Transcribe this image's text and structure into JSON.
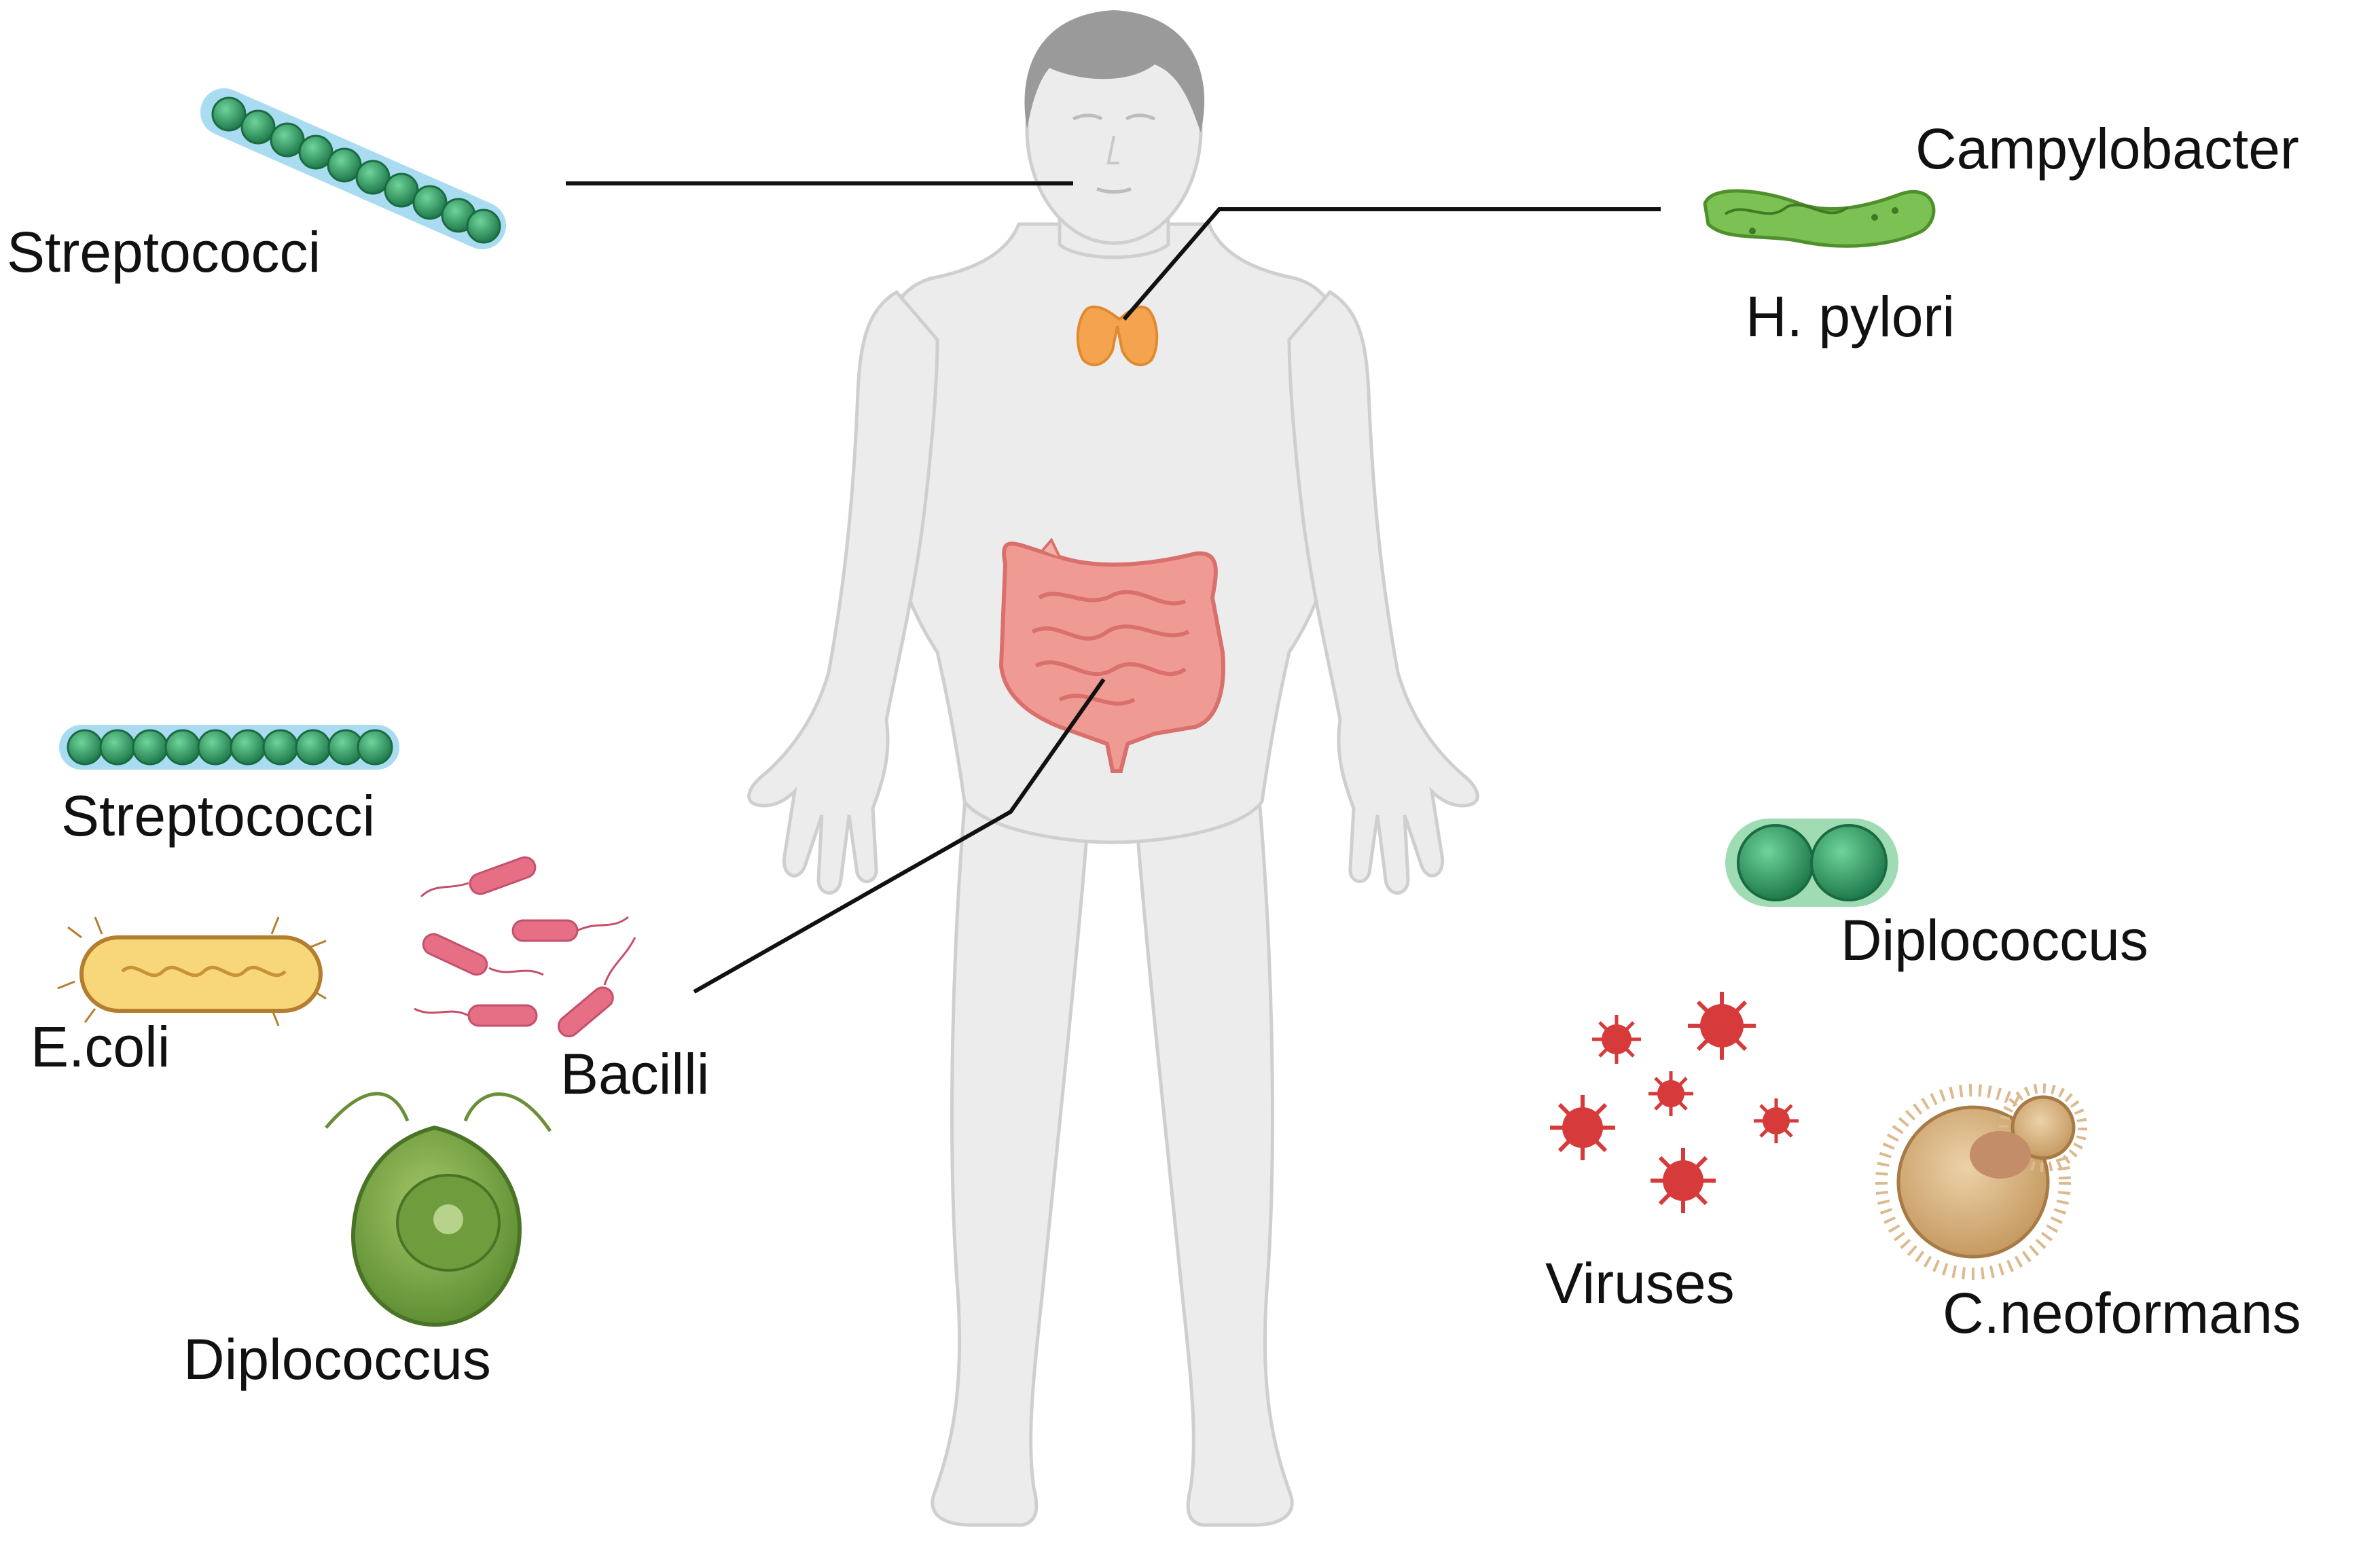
{
  "labels": {
    "streptococci_top": "Streptococci",
    "campylobacter": "Campylobacter",
    "h_pylori": "H. pylori",
    "streptococci_mid": "Streptococci",
    "e_coli": "E.coli",
    "bacilli": "Bacilli",
    "diplococcus_left": "Diplococcus",
    "diplococcus_right": "Diplococcus",
    "viruses": "Viruses",
    "c_neoformans": "C.neoformans"
  },
  "colors": {
    "body_fill": "#ececec",
    "body_stroke": "#cfcfcf",
    "hair": "#9a9a9a",
    "thyroid": "#f4a44e",
    "intestine": "#f09a94",
    "intestine_dark": "#d9706c",
    "strep_green": "#2e9a64",
    "strep_halo": "#a9dcf0",
    "hpylori": "#7cc153",
    "ecoli_fill": "#f8d77a",
    "ecoli_stroke": "#b57d2e",
    "bacilli": "#e66f86",
    "virus": "#d63a3a",
    "diplococcus_green": "#2fae63",
    "protozoa": "#7fae4a",
    "cneo": "#d8b487",
    "line": "#111111"
  }
}
